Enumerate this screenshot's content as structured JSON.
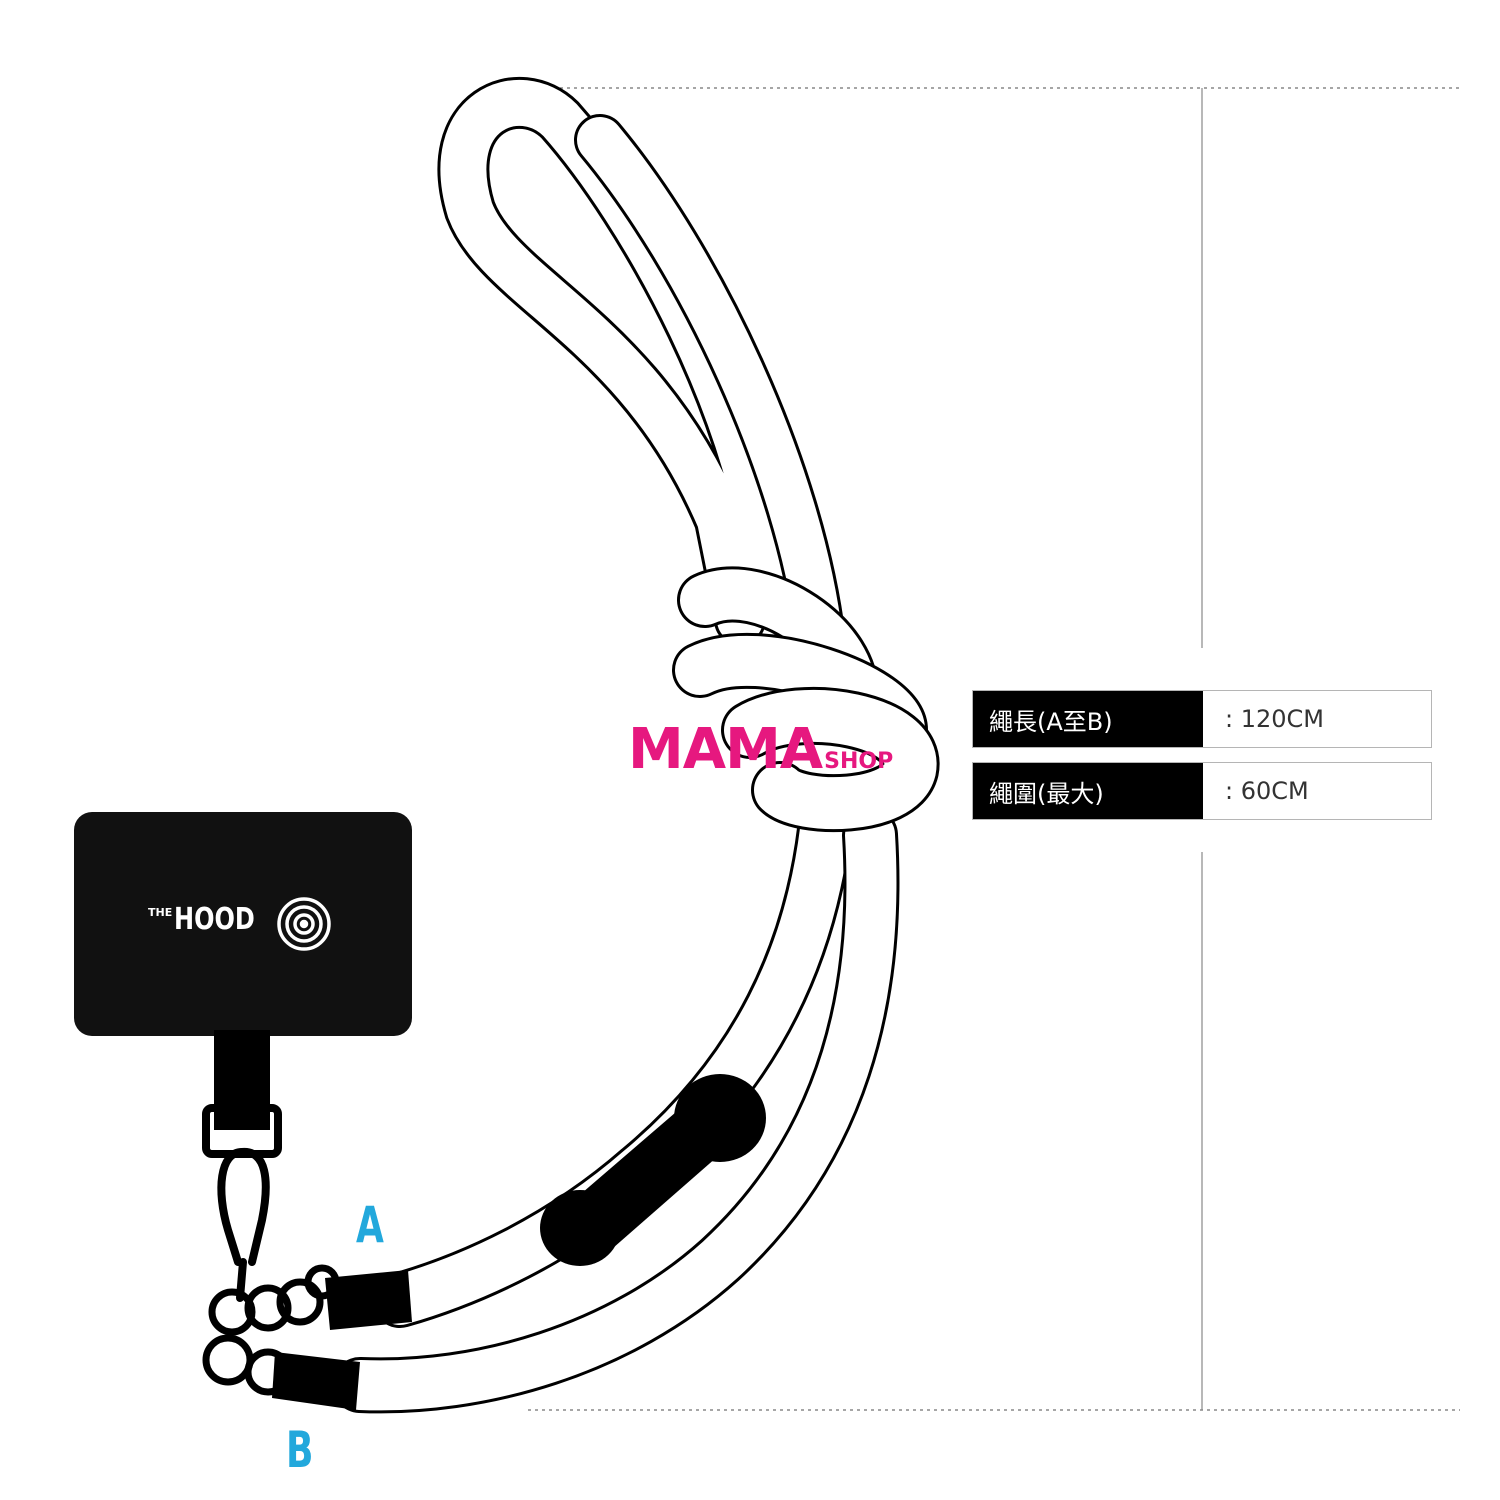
{
  "diagram": {
    "brand": {
      "prefix": "THE",
      "name": "HOOD"
    },
    "labels": {
      "a": "A",
      "b": "B"
    },
    "watermark": {
      "main": "MAMA",
      "sub": "SHOP"
    },
    "specs": [
      {
        "key": "繩長(A至B)",
        "value": ": 120CM"
      },
      {
        "key": "繩圍(最大)",
        "value": ": 60CM"
      }
    ],
    "colors": {
      "outline": "#000000",
      "label": "#22a8dc",
      "watermark": "#e6187f",
      "guide": "#888888"
    }
  }
}
